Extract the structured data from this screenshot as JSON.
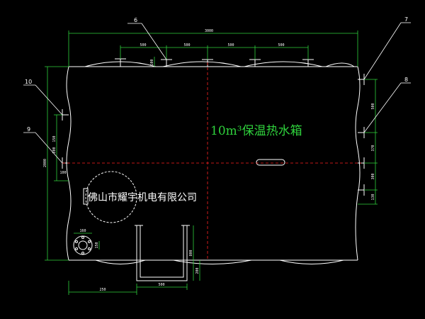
{
  "diagram": {
    "title": "10m³保温热水箱",
    "company": "佛山市耀宇机电有限公司",
    "colors": {
      "background": "#000000",
      "outline": "#ffffff",
      "dimension": "#2fd13c",
      "centerline": "#ff2222",
      "leader": "#ffffff"
    },
    "callouts": [
      "6",
      "7",
      "8",
      "9",
      "10"
    ],
    "dimensions": {
      "overall_width": "3000",
      "top_spacings": [
        "500",
        "500",
        "500",
        "500"
      ],
      "nozzle_height": "100",
      "right_side": [
        "500",
        "370",
        "300",
        "130"
      ],
      "left_side": [
        "150",
        "2000",
        "200",
        "100"
      ],
      "bottom": [
        "250",
        "500",
        "800",
        "200"
      ],
      "drain": [
        "160",
        "150"
      ]
    }
  }
}
